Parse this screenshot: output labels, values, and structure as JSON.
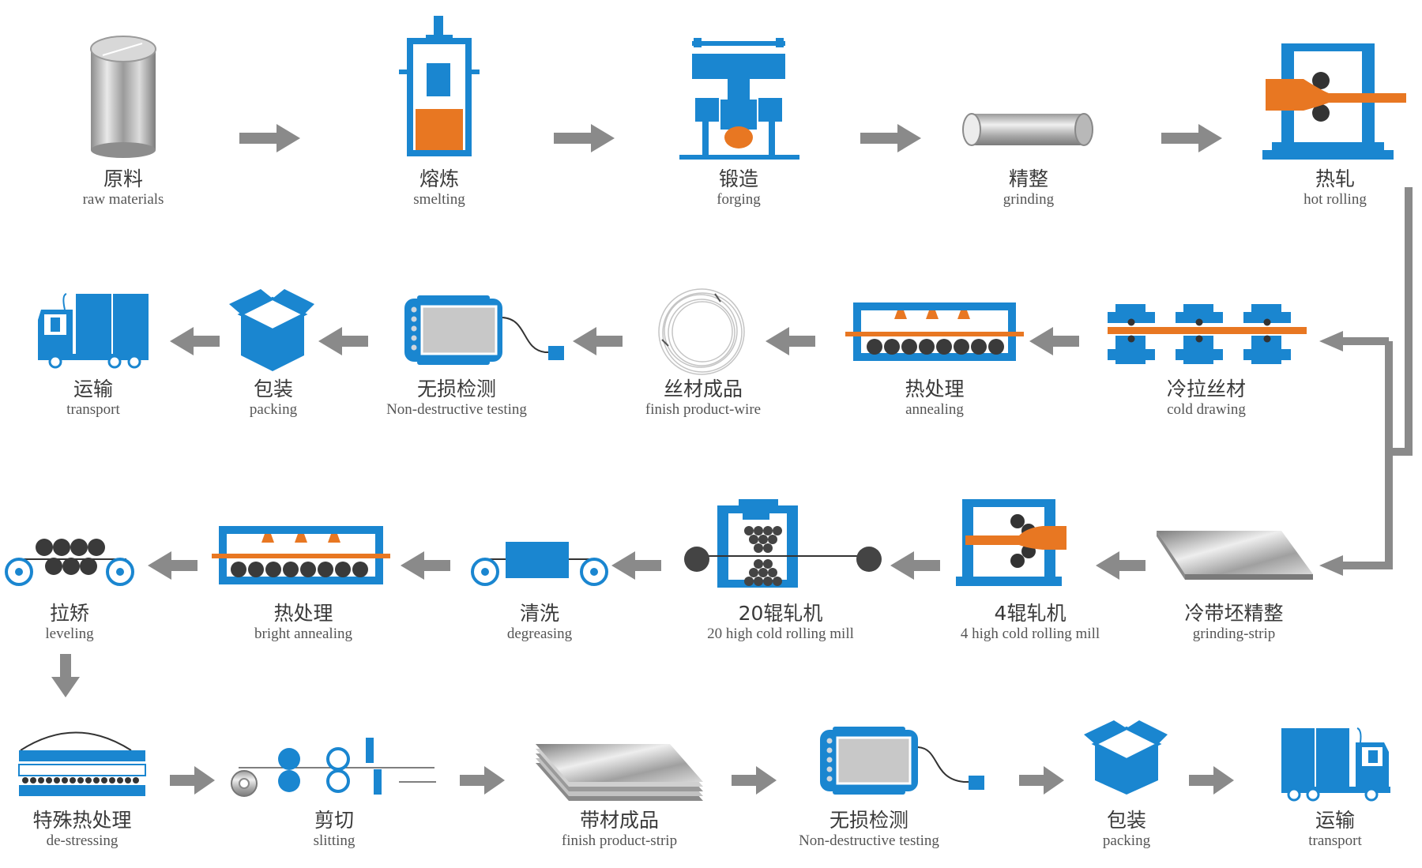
{
  "colors": {
    "blue": "#1a86d0",
    "orange": "#e87722",
    "arrow_gray": "#8a8a8a",
    "text": "#3a3a3a"
  },
  "row1": [
    {
      "zh": "原料",
      "en": "raw materials",
      "icon": "steel-billet-icon"
    },
    {
      "zh": "熔炼",
      "en": "smelting",
      "icon": "furnace-icon"
    },
    {
      "zh": "锻造",
      "en": "forging",
      "icon": "forging-press-icon"
    },
    {
      "zh": "精整",
      "en": "grinding",
      "icon": "ground-bar-icon"
    },
    {
      "zh": "热轧",
      "en": "hot rolling",
      "icon": "hot-rolling-mill-icon"
    }
  ],
  "row2": [
    {
      "zh": "运输",
      "en": "transport",
      "icon": "truck-icon"
    },
    {
      "zh": "包装",
      "en": "packing",
      "icon": "box-icon"
    },
    {
      "zh": "无损检测",
      "en": "Non-destructive testing",
      "icon": "flaw-detector-icon"
    },
    {
      "zh": "丝材成品",
      "en": "finish product-wire",
      "icon": "wire-coil-icon"
    },
    {
      "zh": "热处理",
      "en": "annealing",
      "icon": "annealing-furnace-icon"
    },
    {
      "zh": "冷拉丝材",
      "en": "cold drawing",
      "icon": "wire-drawing-icon"
    }
  ],
  "row3": [
    {
      "zh": "拉矫",
      "en": "leveling",
      "icon": "leveler-icon"
    },
    {
      "zh": "热处理",
      "en": "bright annealing",
      "icon": "bright-annealing-furnace-icon"
    },
    {
      "zh": "清洗",
      "en": "degreasing",
      "icon": "degreasing-tank-icon"
    },
    {
      "zh": "20辊轧机",
      "en": "20 high cold rolling mill",
      "icon": "twenty-high-mill-icon"
    },
    {
      "zh": "4辊轧机",
      "en": "4 high cold rolling mill",
      "icon": "four-high-mill-icon"
    },
    {
      "zh": "冷带坯精整",
      "en": "grinding-strip",
      "icon": "steel-plate-icon"
    }
  ],
  "row4": [
    {
      "zh": "特殊热处理",
      "en": "de-stressing",
      "icon": "destressing-furnace-icon"
    },
    {
      "zh": "剪切",
      "en": "slitting",
      "icon": "slitter-icon"
    },
    {
      "zh": "带材成品",
      "en": "finish product-strip",
      "icon": "strip-stack-icon"
    },
    {
      "zh": "无损检测",
      "en": "Non-destructive testing",
      "icon": "flaw-detector-icon"
    },
    {
      "zh": "包装",
      "en": "packing",
      "icon": "box-icon"
    },
    {
      "zh": "运输",
      "en": "transport",
      "icon": "truck-icon"
    }
  ]
}
